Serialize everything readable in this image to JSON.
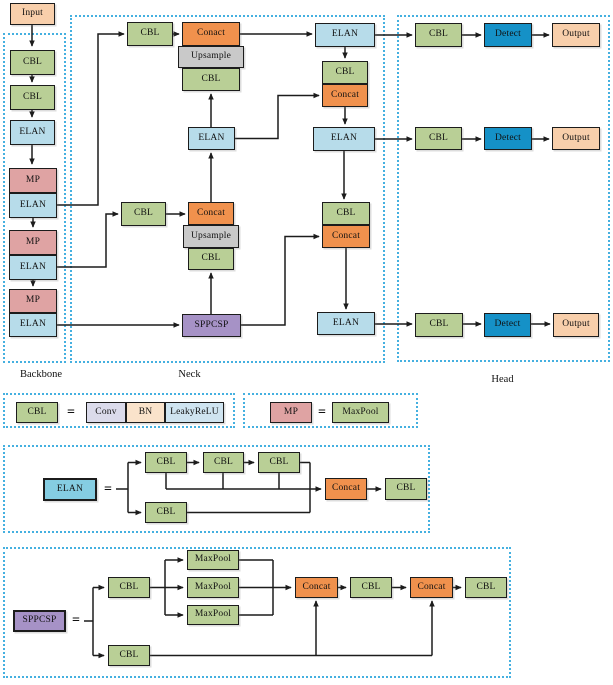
{
  "figure": {
    "sections": {
      "backbone": "Backbone",
      "neck": "Neck",
      "head": "Head"
    },
    "labels": {
      "input": "Input",
      "cbl": "CBL",
      "elan": "ELAN",
      "mp": "MP",
      "conact": "Conact",
      "concat": "Concat",
      "upsample": "Upsample",
      "sppcsp": "SPPCSP",
      "detect": "Detect",
      "output": "Output",
      "conv": "Conv",
      "bn": "BN",
      "leakyrelu": "LeakyReLU",
      "maxpool": "MaxPool",
      "equals": "="
    },
    "legend": {
      "cbl_expansion": [
        "Conv",
        "BN",
        "LeakyReLU"
      ],
      "mp_expansion": [
        "MaxPool"
      ],
      "elan_expansion": "split -> [CBL-CBL-CBL chain + CBL] -> Concat -> CBL",
      "sppcsp_expansion": "split -> [CBL -> 3x MaxPool -> Concat -> CBL -> Concat -> CBL] + [CBL bypass into both Concat]"
    },
    "colors": {
      "cbl-green": "#b9cf96",
      "elan-blue": "#b7dcea",
      "elan-legend-blue": "#85cde2",
      "mp-pink": "#dfa3a3",
      "concat-orange": "#f0914d",
      "upsample-gray": "#c9c9c9",
      "sppcsp-purple": "#a692c6",
      "detect-blue": "#1591c7",
      "io-peach": "#f8cfab",
      "conv-lavender": "#dbdbeb",
      "bn-peach": "#fae3cb",
      "leakyrelu-blue": "#cfe4f0",
      "border-dotted": "#45b0e0",
      "line": "#1c1c1c"
    }
  }
}
